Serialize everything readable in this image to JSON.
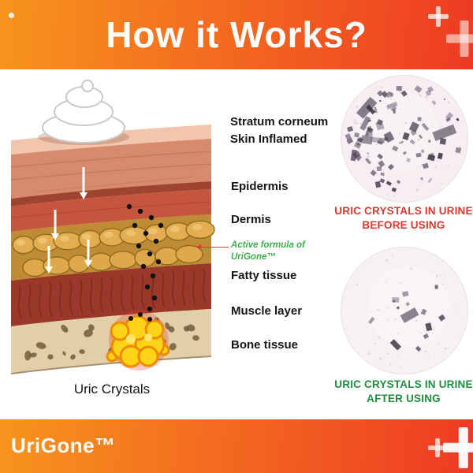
{
  "header": {
    "title": "How it Works?"
  },
  "skin_diagram": {
    "caption": "Uric Crystals",
    "labels": {
      "stratum_corneum": "Stratum corneum",
      "skin_inflamed": "Skin Inflamed",
      "epidermis": "Epidermis",
      "dermis": "Dermis",
      "active_formula_line1": "Active formula of",
      "active_formula_line2": "UriGone™",
      "fatty_tissue": "Fatty tissue",
      "muscle_layer": "Muscle layer",
      "bone_tissue": "Bone tissue"
    }
  },
  "micro": {
    "before": {
      "caption_line1": "URIC CRYSTALS IN URINE",
      "caption_line2": "BEFORE USING",
      "crystal_count": 85
    },
    "after": {
      "caption_line1": "URIC CRYSTALS IN URINE",
      "caption_line2": "AFTER USING",
      "crystal_count": 14
    }
  },
  "footer": {
    "brand": "UriGone™"
  },
  "icons": {
    "plus": "+"
  },
  "colors": {
    "banner_start": "#f7941d",
    "banner_end": "#ee3a23",
    "before_red": "#e3362c",
    "after_green": "#1e8e3e",
    "formula_green": "#3daf4c"
  }
}
